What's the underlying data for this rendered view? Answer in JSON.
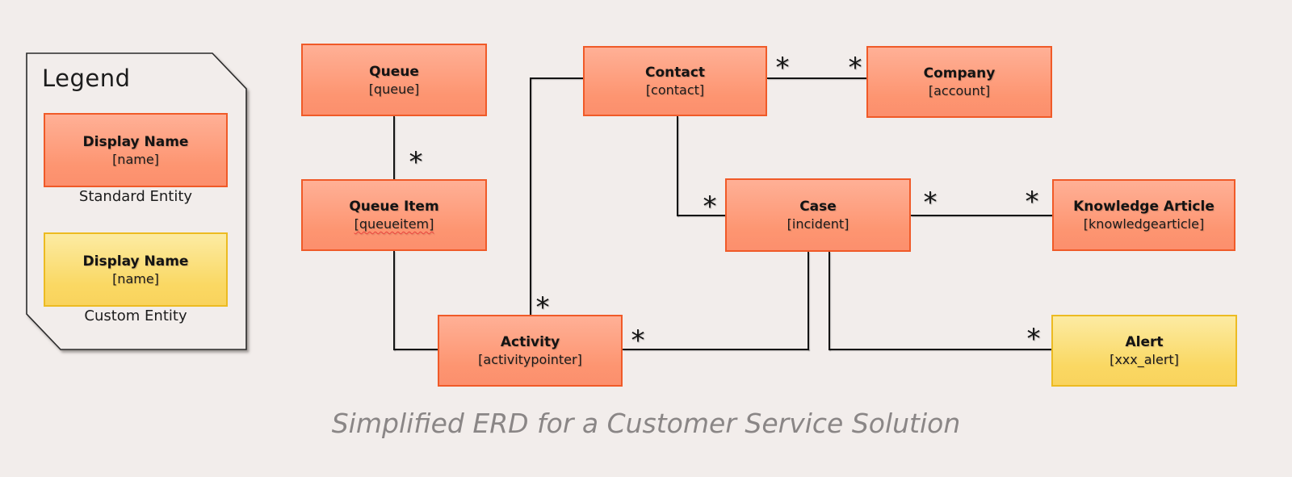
{
  "diagram": {
    "caption": "Simplified ERD for a Customer Service Solution",
    "many_marker": "*"
  },
  "legend": {
    "title": "Legend",
    "standard": {
      "display_name": "Display Name",
      "logical_name": "[name]",
      "label": "Standard Entity"
    },
    "custom": {
      "display_name": "Display Name",
      "logical_name": "[name]",
      "label": "Custom Entity"
    }
  },
  "entities": {
    "queue": {
      "name": "Queue",
      "logical": "[queue]"
    },
    "queue_item": {
      "name": "Queue Item",
      "logical": "[queueitem]"
    },
    "contact": {
      "name": "Contact",
      "logical": "[contact]"
    },
    "company": {
      "name": "Company",
      "logical": "[account]"
    },
    "case": {
      "name": "Case",
      "logical": "[incident]"
    },
    "knowledge_article": {
      "name": "Knowledge Article",
      "logical": "[knowledgearticle]"
    },
    "activity": {
      "name": "Activity",
      "logical": "[activitypointer]"
    },
    "alert": {
      "name": "Alert",
      "logical": "[xxx_alert]"
    }
  },
  "relationships": [
    {
      "from": "Queue",
      "to": "Queue Item",
      "many_at": [
        "Queue Item"
      ]
    },
    {
      "from": "Queue Item",
      "to": "Activity",
      "many_at": []
    },
    {
      "from": "Contact",
      "to": "Activity",
      "many_at": [
        "Activity"
      ]
    },
    {
      "from": "Contact",
      "to": "Case",
      "many_at": [
        "Case"
      ]
    },
    {
      "from": "Contact",
      "to": "Company",
      "many_at": [
        "Contact",
        "Company"
      ]
    },
    {
      "from": "Case",
      "to": "Knowledge Article",
      "many_at": [
        "Case",
        "Knowledge Article"
      ]
    },
    {
      "from": "Case",
      "to": "Activity",
      "many_at": [
        "Activity"
      ]
    },
    {
      "from": "Case",
      "to": "Alert",
      "many_at": [
        "Alert"
      ]
    }
  ],
  "colors": {
    "background": "#F2EDEB",
    "standard_fill_top": "#FFB096",
    "standard_fill_bottom": "#FC8F6D",
    "standard_border": "#F05A28",
    "custom_fill_top": "#FCEBA3",
    "custom_fill_bottom": "#F9D35D",
    "custom_border": "#ECBB22",
    "connector": "#141414",
    "caption_text": "#8A8686"
  }
}
